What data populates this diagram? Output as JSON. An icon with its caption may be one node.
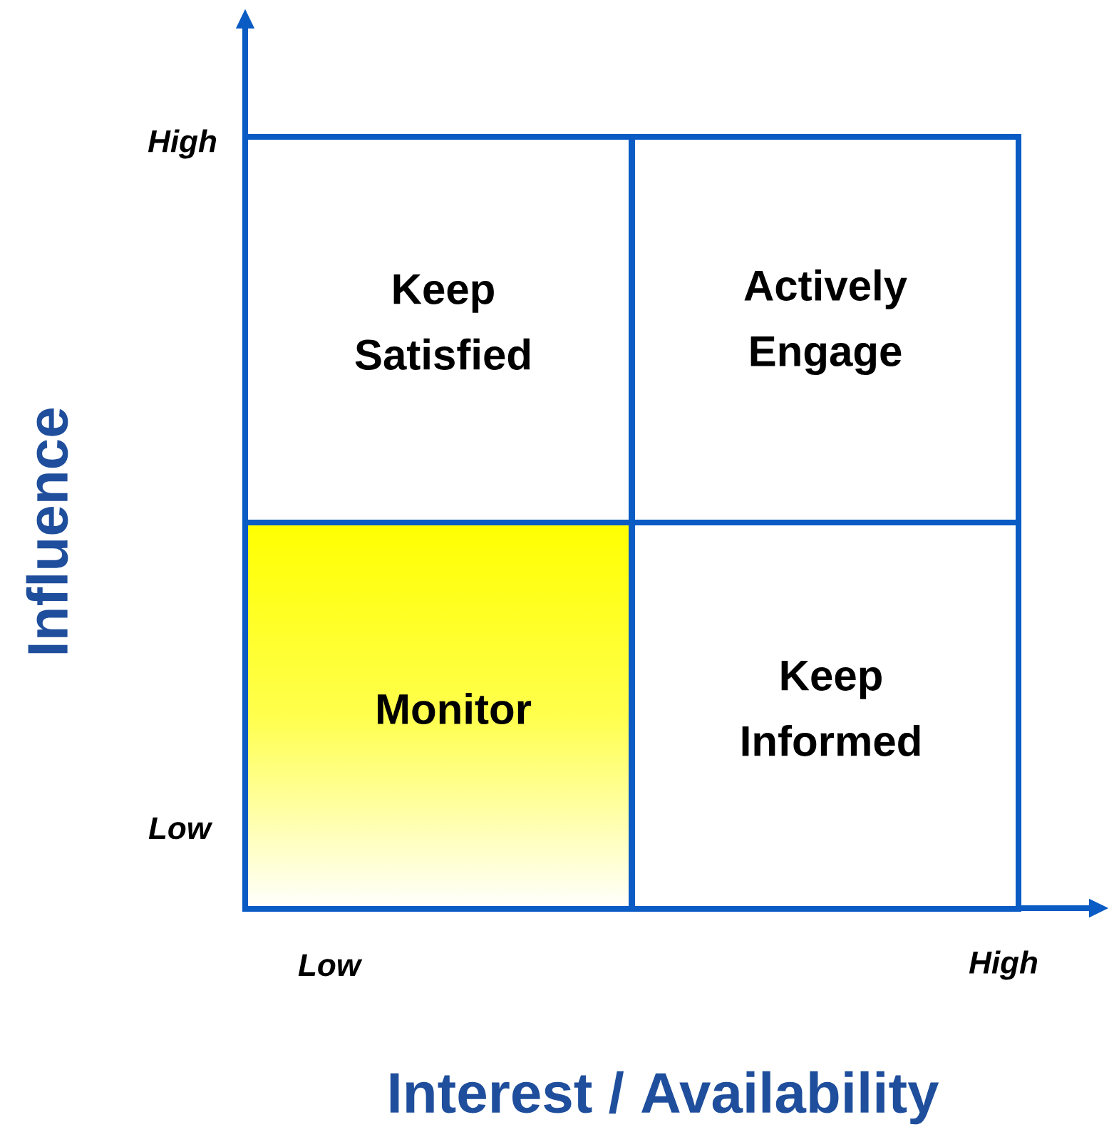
{
  "diagram": {
    "nodes": [
      {
        "text": [
          "Keep Satisfied"
        ]
      },
      {
        "text": [
          "Actively Engage"
        ]
      },
      {
        "text": [
          "Monitor"
        ]
      },
      {
        "text": [
          "Keep Informed"
        ]
      }
    ],
    "labels": [
      "High",
      "Influence",
      "Low",
      "Low",
      "High",
      "Interest / Availability"
    ]
  }
}
